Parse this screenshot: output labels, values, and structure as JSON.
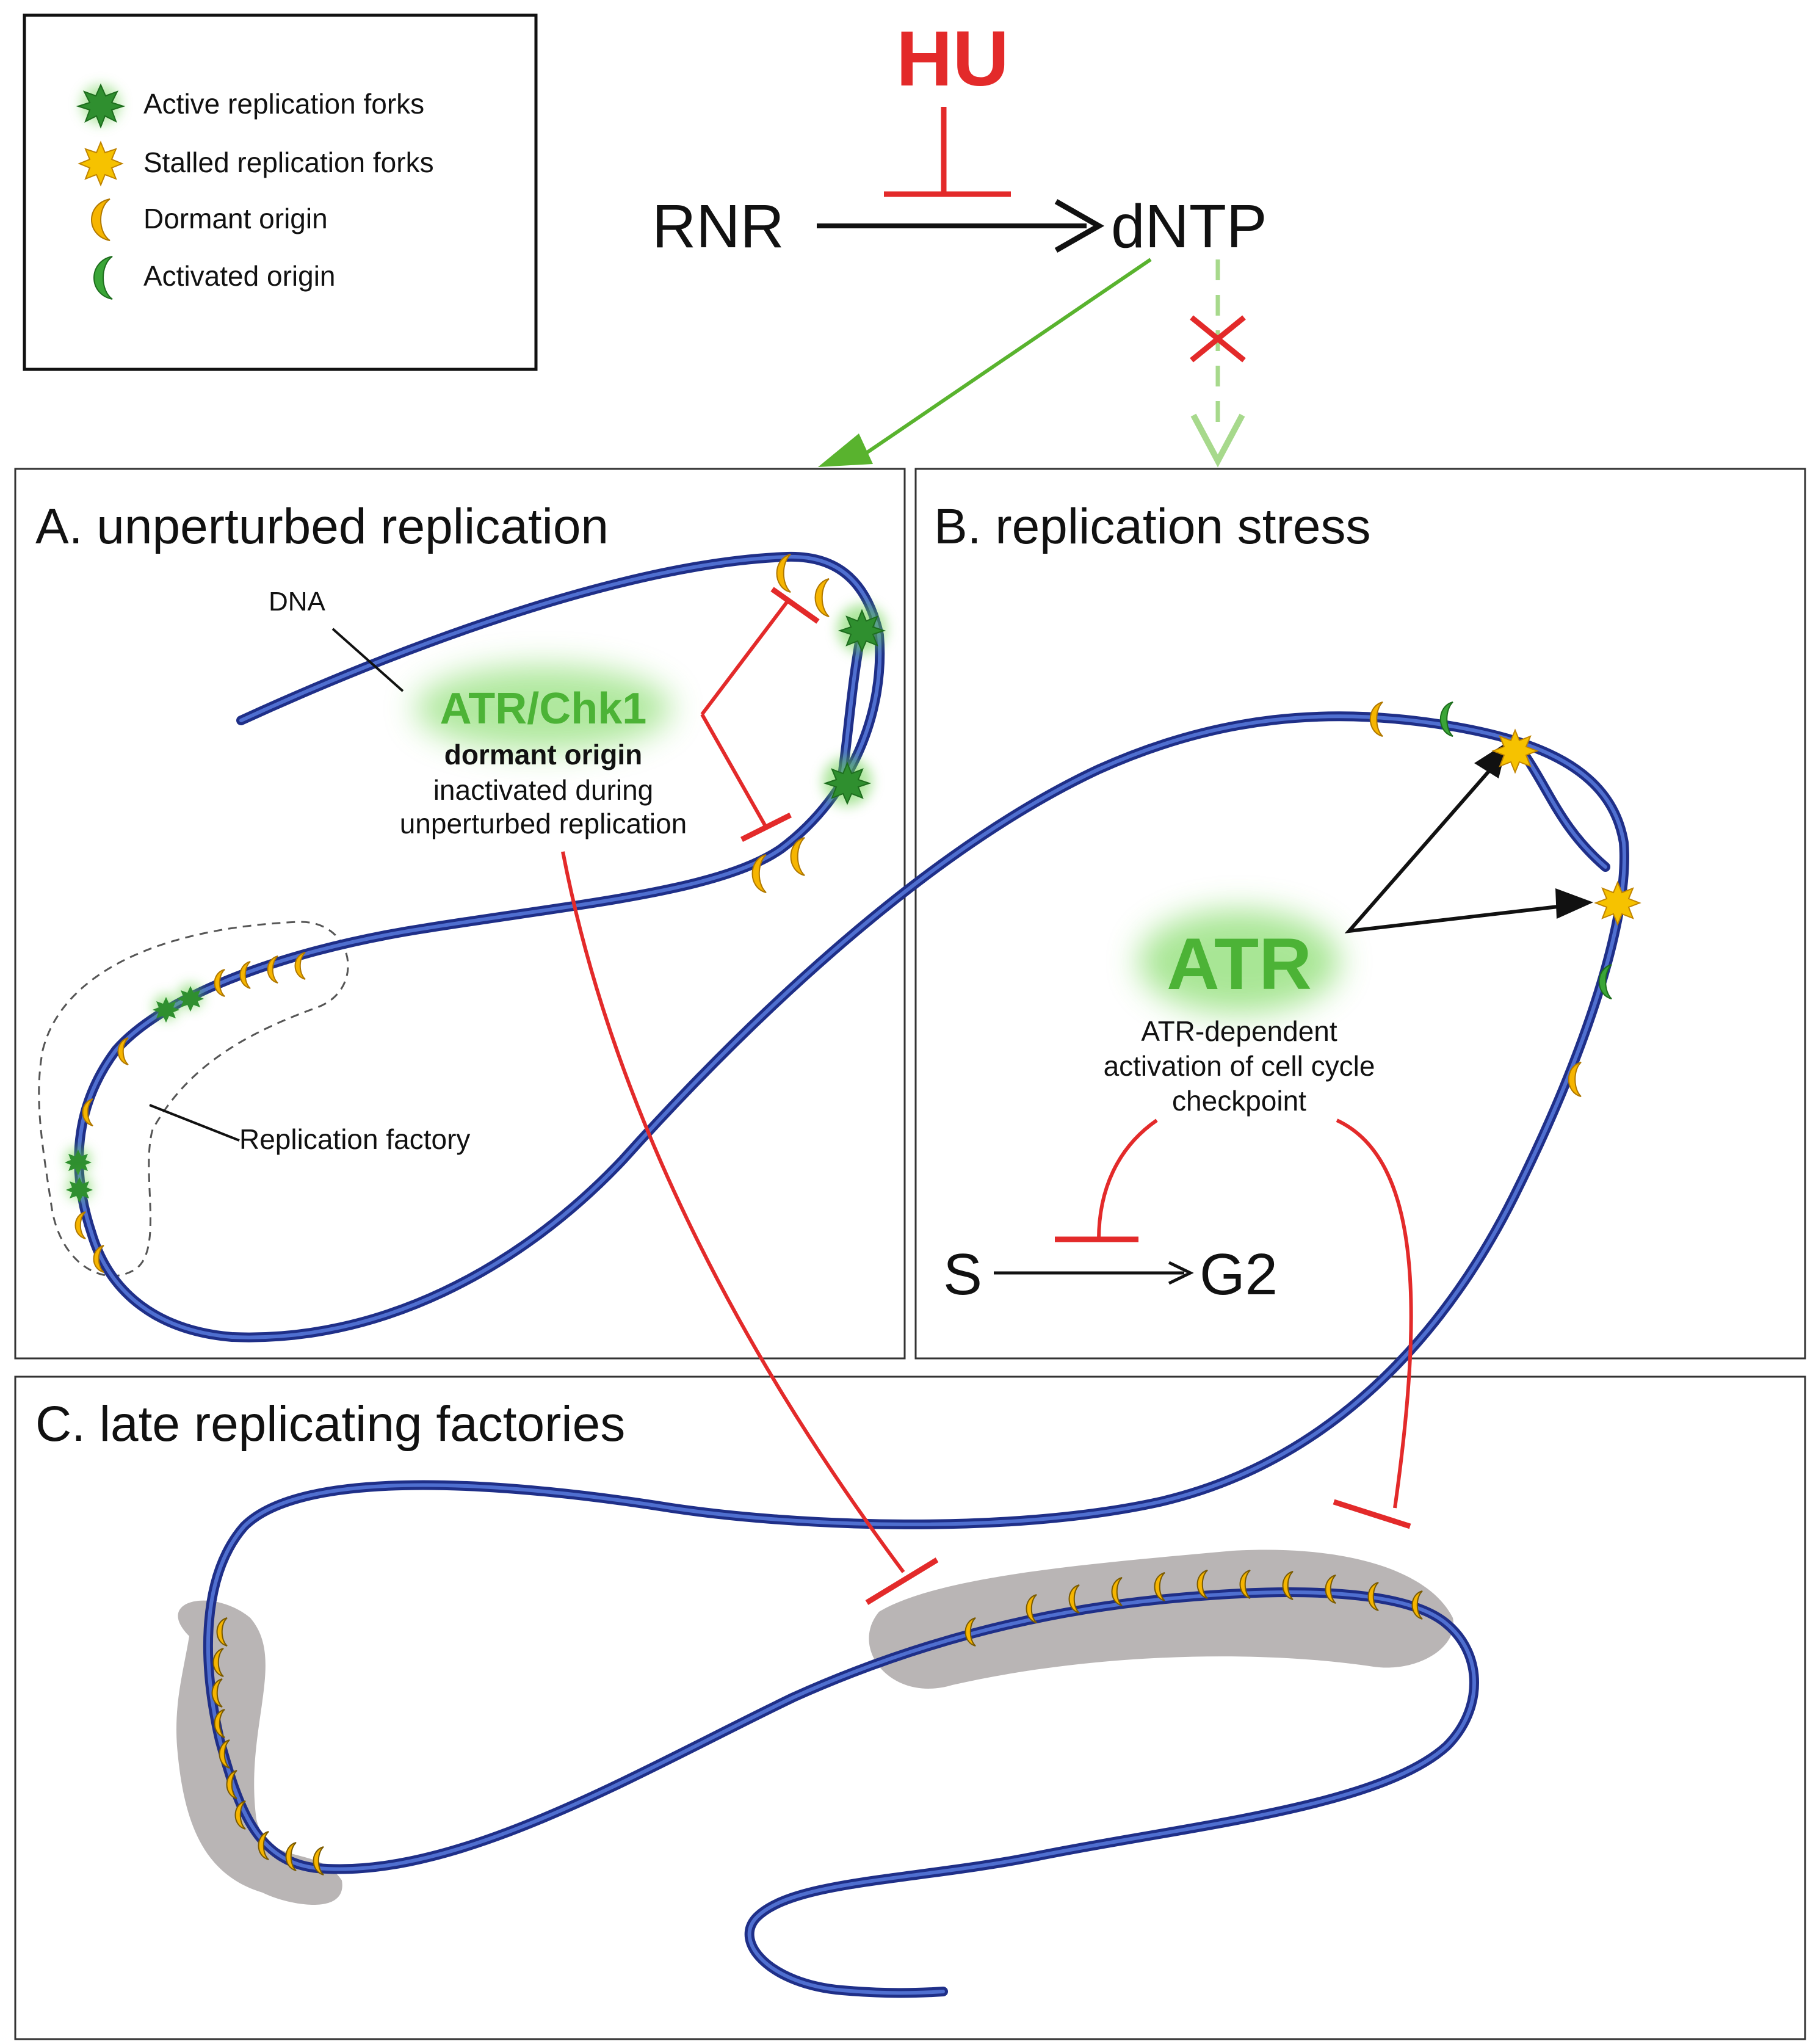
{
  "legend": {
    "active_forks": "Active replication forks",
    "stalled_forks": "Stalled replication forks",
    "dormant_origin": "Dormant origin",
    "activated_origin": "Activated origin"
  },
  "pathway": {
    "hu": "HU",
    "rnr": "RNR",
    "dntp": "dNTP"
  },
  "panel_a": {
    "title": "A. unperturbed replication",
    "dna_label": "DNA",
    "factory_label": "Replication factory",
    "atr_chk1": "ATR/Chk1",
    "dormant_origin_bold": "dormant origin",
    "desc_line1": "inactivated during",
    "desc_line2": "unperturbed replication"
  },
  "panel_b": {
    "title": "B. replication stress",
    "atr": "ATR",
    "desc_line1": "ATR-dependent",
    "desc_line2": "activation of cell cycle",
    "desc_line3": "checkpoint",
    "s_phase": "S",
    "g2_phase": "G2"
  },
  "panel_c": {
    "title": "C. late replicating factories"
  },
  "colors": {
    "dna": "#1f2f88",
    "inhibition": "#e32a2a",
    "atr_green": "#4cb336",
    "origin_yellow": "#f6b500",
    "origin_green": "#3aa537"
  }
}
